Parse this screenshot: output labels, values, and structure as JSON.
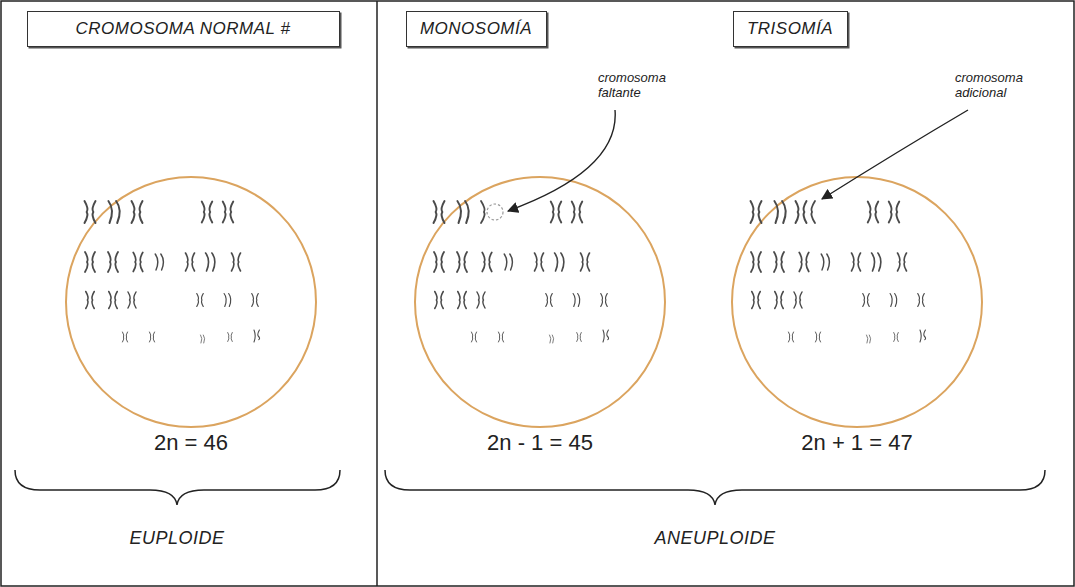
{
  "diagram": {
    "nodes": [
      {
        "text": [
          "CROMOSOMA NORMAL #"
        ]
      },
      {
        "text": [
          "MONOSOMÍA"
        ]
      },
      {
        "text": [
          "TRISOMÍA"
        ]
      }
    ],
    "labels": [
      "cromosoma faltante",
      "cromosoma adicional",
      "2n = 46",
      "2n - 1 = 45",
      "2n + 1 = 47",
      "EUPLOIDE",
      "ANEUPLOIDE"
    ]
  }
}
